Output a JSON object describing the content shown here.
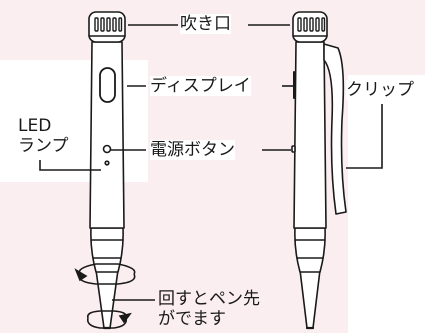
{
  "labels": {
    "mouthpiece": "吹き口",
    "display": "ディスプレイ",
    "led_line1": "LED",
    "led_line2": "ランプ",
    "power_button": "電源ボタン",
    "clip": "クリップ",
    "rotate_line1": "回すとペン先",
    "rotate_line2": "がでます"
  },
  "colors": {
    "background_tint": "#fbeef1",
    "line": "#1a1a1a",
    "fill": "#ffffff"
  }
}
